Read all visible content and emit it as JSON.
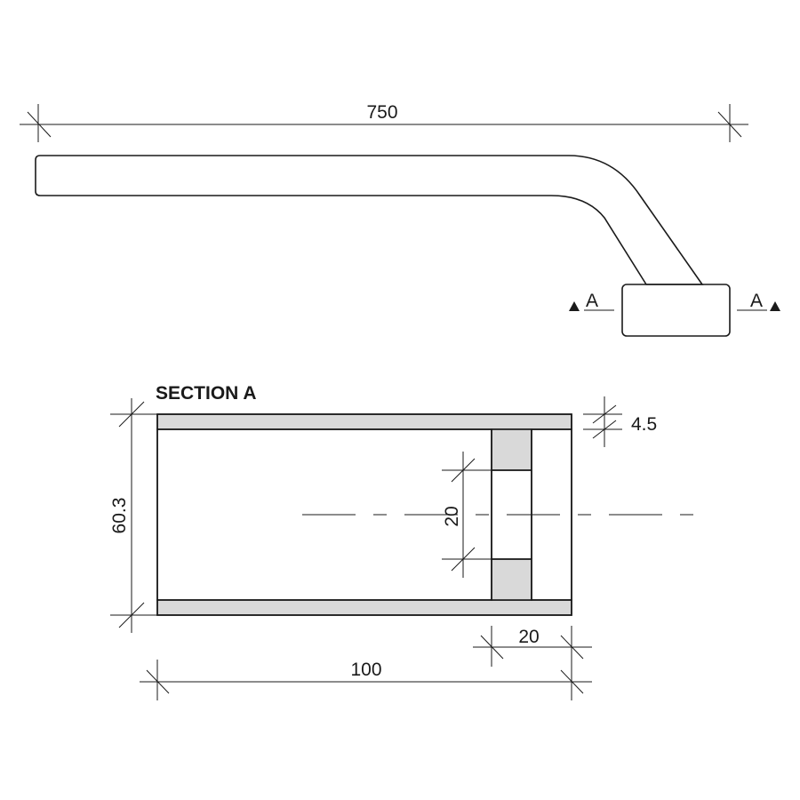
{
  "drawing": {
    "overall_length": "750",
    "section_marker_left": "A",
    "section_marker_right": "A",
    "section_title": "SECTION A",
    "height": "60.3",
    "wall_thickness": "4.5",
    "inner_height": "20",
    "flange_width": "20",
    "section_width": "100"
  }
}
